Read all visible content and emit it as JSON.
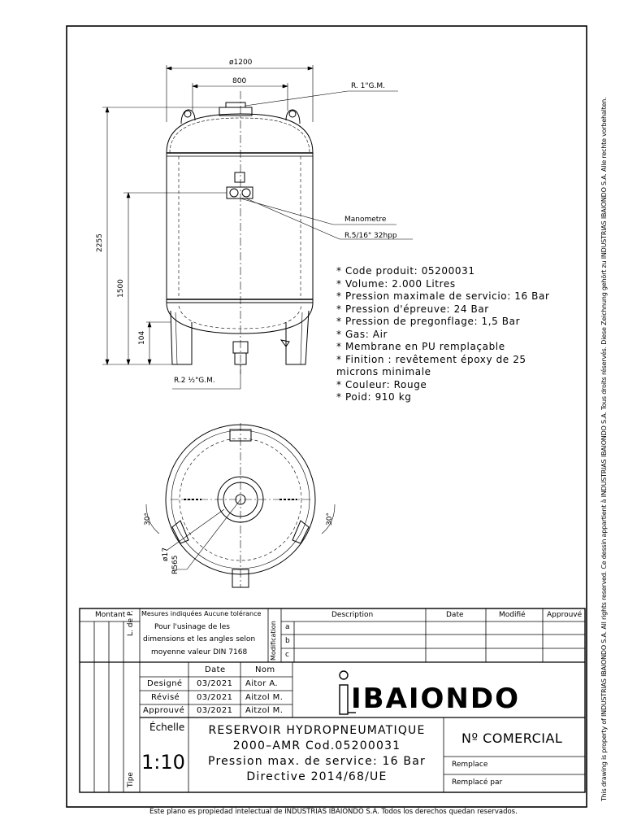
{
  "drawing": {
    "dimensions": {
      "overall_diameter": "ø1200",
      "leg_spacing": "800",
      "overall_height": "2255",
      "gauge_height": "1500",
      "leg_clearance": "104",
      "top_connection": "R. 1\"G.M.",
      "gauge_label": "Manometre",
      "gauge_connection": "R.5/16\" 32hpp",
      "bottom_connection": "R.2 ½\"G.M.",
      "angle_left": "30°",
      "angle_right": "30°",
      "hole_diameter": "ø17",
      "radius": "R565"
    },
    "specs": [
      "* Code produit: 05200031",
      "* Volume: 2.000 Litres",
      "* Pression maximale de servicio: 16 Bar",
      "* Pression d'épreuve: 24 Bar",
      "* Pression de pregonflage: 1,5 Bar",
      "* Gas: Air",
      "* Membrane en PU remplaçable",
      "* Finition : revêtement époxy de 25",
      "microns minimale",
      "* Couleur: Rouge",
      "* Poid: 910 kg"
    ]
  },
  "title_block": {
    "montant": "Montant",
    "l_de_p": "L. de P.",
    "tipe": "Tipe",
    "tolerance_lines": [
      "Mesures indiquées Aucune tolérance",
      "Pour l'usinage de les",
      "dimensions et les angles selon",
      "moyenne valeur DIN 7168"
    ],
    "modification": "Modification",
    "rev_letters": [
      "a",
      "b",
      "c"
    ],
    "description_header": "Description",
    "date_header": "Date",
    "modifie_header": "Modifié",
    "approuve_header": "Approuvé",
    "date_col": "Date",
    "nom_col": "Nom",
    "rows": [
      {
        "role": "Designé",
        "date": "03/2021",
        "nom": "Aitor A."
      },
      {
        "role": "Révisé",
        "date": "03/2021",
        "nom": "Aitzol M."
      },
      {
        "role": "Approuvé",
        "date": "03/2021",
        "nom": "Aitzol M."
      }
    ],
    "echelle_label": "Échelle",
    "scale": "1:10",
    "company": "IBAIONDO",
    "title_lines": [
      "RESERVOIR HYDROPNEUMATIQUE",
      "2000–AMR Cod.05200031",
      "Pression max. de service: 16 Bar",
      "Directive 2014/68/UE"
    ],
    "commercial": "Nº COMERCIAL",
    "remplace": "Remplace",
    "remplace_par": "Remplacé par"
  },
  "footer": "Este plano es propiedad intelectual de INDUSTRIAS IBAIONDO S.A. Todos los derechos quedan reservados.",
  "side_text": "This drawing is property of INDUSTRIAS IBAIONDO S.A. All rights reserved.    Ce dessin appartient à INDUSTRIAS IBAIONDO S.A. Tous droits réservés.  Diese Zeichnung gehört zu INDUSTRIAS IBAIONDO S.A. Alle rechte vorbehalten."
}
